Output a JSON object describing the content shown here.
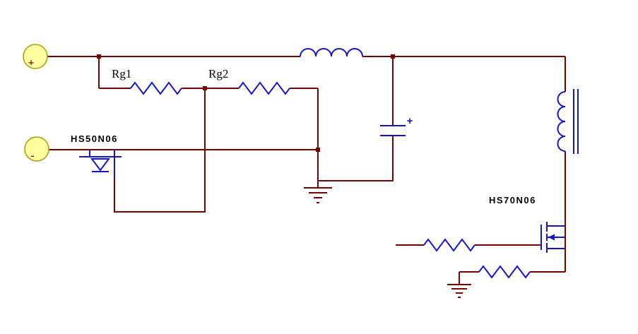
{
  "diagram": {
    "labels": {
      "rg1": "Rg1",
      "rg2": "Rg2",
      "mosfet_left": "HS50N06",
      "mosfet_right": "HS70N06",
      "terminal_top": "+",
      "terminal_bottom": "-",
      "capacitor_polarity": "+"
    },
    "colors": {
      "wire": "#7a0000",
      "component": "#1414cc",
      "terminal_fill": "#ffffa0",
      "terminal_border": "#a0a000",
      "label": "#000000",
      "background": "#ffffff"
    }
  }
}
